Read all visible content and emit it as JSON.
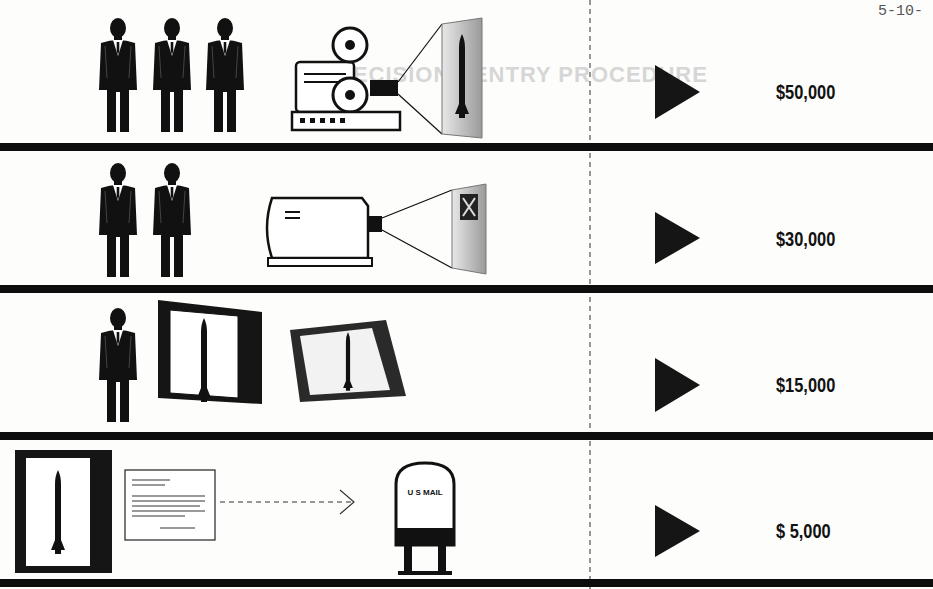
{
  "diagram": {
    "labels": [
      "5-10-",
      "DECISION - ENTRY PROCEDURE",
      "$50,000",
      "$30,000",
      "$15,000",
      "$ 5,000",
      "U S MAIL"
    ]
  }
}
